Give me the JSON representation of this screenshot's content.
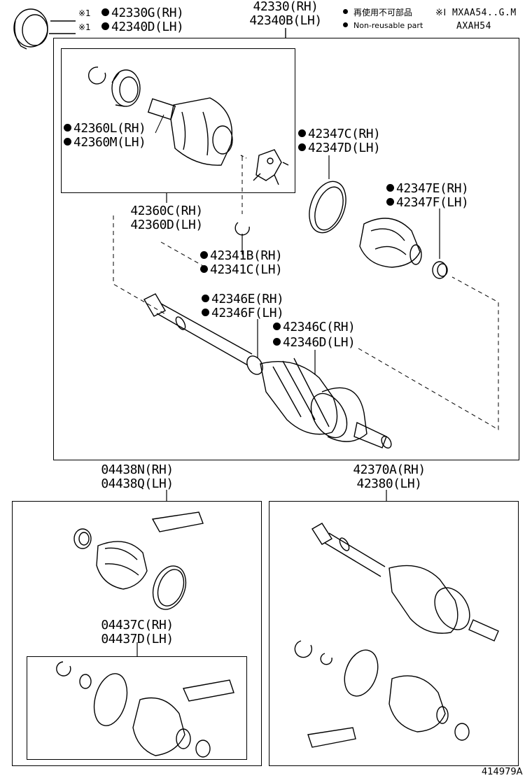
{
  "top_parts": {
    "mark1": "※1",
    "mark2": "※1",
    "rh": "42330G(RH)",
    "lh": "42340D(LH)"
  },
  "assembly": {
    "rh": "42330(RH)",
    "lh": "42340B(LH)"
  },
  "legend": {
    "non_reusable_jp": "再使用不可部品",
    "non_reusable_en": "Non-reusable part",
    "models_line1": "※Ⅰ MXAA54..G.M",
    "models_line2": "AXAH54"
  },
  "parts": {
    "p42360L": "42360L(RH)",
    "p42360M": "42360M(LH)",
    "p42347C": "42347C(RH)",
    "p42347D": "42347D(LH)",
    "p42347E": "42347E(RH)",
    "p42347F": "42347F(LH)",
    "p42360C": "42360C(RH)",
    "p42360D": "42360D(LH)",
    "p42341B": "42341B(RH)",
    "p42341C": "42341C(LH)",
    "p42346E": "42346E(RH)",
    "p42346F": "42346F(LH)",
    "p42346C": "42346C(RH)",
    "p42346D": "42346D(LH)"
  },
  "kit_outer": {
    "rh": "04438N(RH)",
    "lh": "04438Q(LH)"
  },
  "kit_inner": {
    "rh": "04437C(RH)",
    "lh": "04437D(LH)"
  },
  "shaft_assy": {
    "rh": "42370A(RH)",
    "lh": "42380(LH)"
  },
  "figure_number": "414979A"
}
